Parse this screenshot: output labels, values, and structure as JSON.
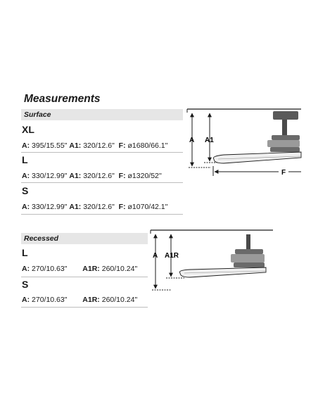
{
  "title": "Measurements",
  "surface": {
    "label": "Surface",
    "sizes": [
      {
        "name": "XL",
        "dims": [
          {
            "k": "A:",
            "v": " 395/15.55\""
          },
          {
            "k": "A1:",
            "v": " 320/12.6\""
          },
          {
            "k": "F:",
            "v": " ø1680/66.1''"
          }
        ]
      },
      {
        "name": "L",
        "dims": [
          {
            "k": "A:",
            "v": " 330/12.99\""
          },
          {
            "k": "A1:",
            "v": " 320/12.6\""
          },
          {
            "k": "F:",
            "v": " ø1320/52''"
          }
        ]
      },
      {
        "name": "S",
        "dims": [
          {
            "k": "A:",
            "v": " 330/12.99\""
          },
          {
            "k": "A1:",
            "v": " 320/12.6\""
          },
          {
            "k": "F:",
            "v": " ø1070/42.1''"
          }
        ]
      }
    ],
    "diagram": {
      "label_a": "A",
      "label_a1": "A1",
      "label_f": "F"
    }
  },
  "recessed": {
    "label": "Recessed",
    "sizes": [
      {
        "name": "L",
        "dims": [
          {
            "k": "A:",
            "v": " 270/10.63\""
          },
          {
            "k": "A1R:",
            "v": " 260/10.24\""
          }
        ]
      },
      {
        "name": "S",
        "dims": [
          {
            "k": "A:",
            "v": " 270/10.63\""
          },
          {
            "k": "A1R:",
            "v": " 260/10.24\""
          }
        ]
      }
    ],
    "diagram": {
      "label_a": "A",
      "label_a1r": "A1R"
    }
  },
  "colors": {
    "bar": "#e6e6e6",
    "text": "#1a1a1a",
    "line": "#1a1a1a"
  }
}
